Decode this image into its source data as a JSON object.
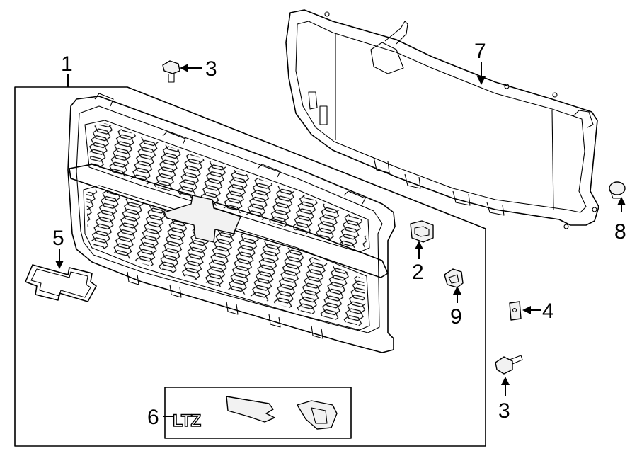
{
  "diagram": {
    "callouts": [
      {
        "id": "c1",
        "label": "1"
      },
      {
        "id": "c2",
        "label": "2"
      },
      {
        "id": "c3a",
        "label": "3"
      },
      {
        "id": "c3b",
        "label": "3"
      },
      {
        "id": "c4",
        "label": "4"
      },
      {
        "id": "c5",
        "label": "5"
      },
      {
        "id": "c6",
        "label": "6"
      },
      {
        "id": "c7",
        "label": "7"
      },
      {
        "id": "c8",
        "label": "8"
      },
      {
        "id": "c9",
        "label": "9"
      }
    ],
    "emblem_text": "LTZ"
  }
}
